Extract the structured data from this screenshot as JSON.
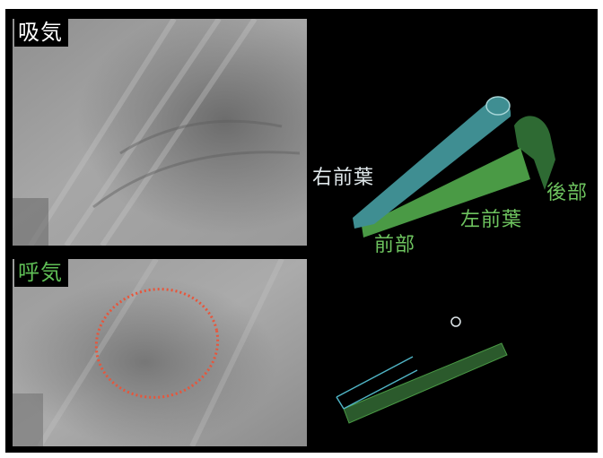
{
  "panels": {
    "inhale": {
      "label": "吸気",
      "label_color": "#ffffff"
    },
    "exhale": {
      "label": "呼気",
      "label_color": "#5fbf56"
    }
  },
  "diagram": {
    "right_anterior_leaflet": "右前葉",
    "anterior": "前部",
    "left_anterior_leaflet": "左前葉",
    "posterior": "後部"
  },
  "colors": {
    "frame": "#000000",
    "right_anterior": "#3f8e92",
    "left_anterior": "#4a9a45",
    "posterior": "#2e6a33",
    "annotation_ellipse": "#e8553a"
  }
}
